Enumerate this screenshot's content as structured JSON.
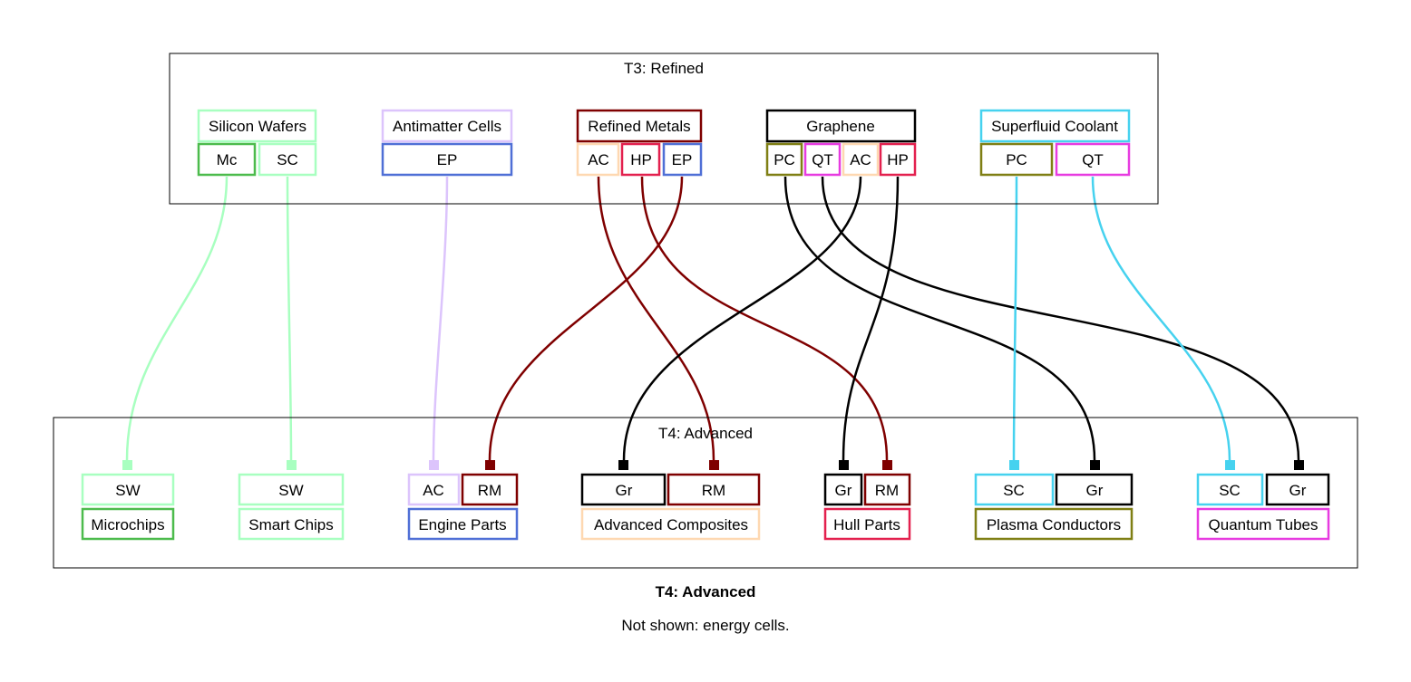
{
  "title": "T4: Advanced",
  "note": "Not shown: energy cells.",
  "colors": {
    "mint": "#a8ffc0",
    "green": "#4cbb4c",
    "lavender": "#dcc4fc",
    "blue": "#4f6fd6",
    "maroon": "#7f0000",
    "peach": "#fed8b1",
    "crimson": "#e3204e",
    "black": "#000000",
    "olive": "#7f7f14",
    "cyan": "#46d2ef",
    "magenta": "#e73be0"
  },
  "clusters": {
    "t3": {
      "label": "T3: Refined",
      "items": {
        "silicon_wafers": {
          "name": "Silicon Wafers",
          "ports": [
            "Mc",
            "SC"
          ]
        },
        "antimatter_cells": {
          "name": "Antimatter Cells",
          "ports": [
            "EP"
          ]
        },
        "refined_metals": {
          "name": "Refined Metals",
          "ports": [
            "AC",
            "HP",
            "EP"
          ]
        },
        "graphene": {
          "name": "Graphene",
          "ports": [
            "PC",
            "QT",
            "AC",
            "HP"
          ]
        },
        "superfluid_coolant": {
          "name": "Superfluid Coolant",
          "ports": [
            "PC",
            "QT"
          ]
        }
      }
    },
    "t4": {
      "label": "T4: Advanced",
      "items": {
        "microchips": {
          "name": "Microchips",
          "ports": [
            "SW"
          ]
        },
        "smart_chips": {
          "name": "Smart Chips",
          "ports": [
            "SW"
          ]
        },
        "engine_parts": {
          "name": "Engine Parts",
          "ports": [
            "AC",
            "RM"
          ]
        },
        "advanced_composites": {
          "name": "Advanced Composites",
          "ports": [
            "Gr",
            "RM"
          ]
        },
        "hull_parts": {
          "name": "Hull Parts",
          "ports": [
            "Gr",
            "RM"
          ]
        },
        "plasma_conductors": {
          "name": "Plasma Conductors",
          "ports": [
            "SC",
            "Gr"
          ]
        },
        "quantum_tubes": {
          "name": "Quantum Tubes",
          "ports": [
            "SC",
            "Gr"
          ]
        }
      }
    }
  }
}
